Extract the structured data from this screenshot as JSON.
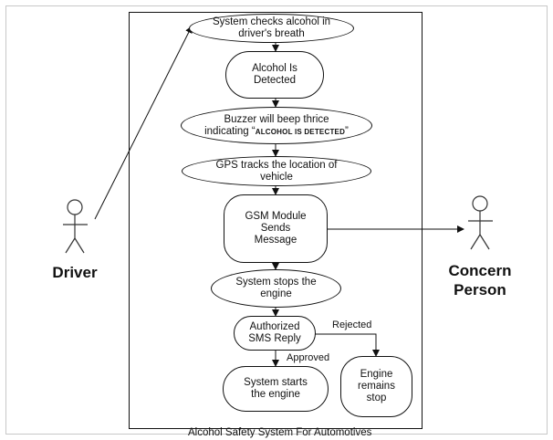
{
  "actors": {
    "driver": "Driver",
    "concern_person": "Concern\nPerson"
  },
  "use_cases": {
    "check_alcohol": "System checks alcohol in\ndriver's breath",
    "alcohol_detected": "Alcohol Is\nDetected",
    "buzzer_line1": "Buzzer will beep thrice",
    "buzzer_prefix": "indicating “",
    "buzzer_emphasis": "ALCOHOL IS DETECTED",
    "buzzer_suffix": "”",
    "gps": "GPS tracks the location of\nvehicle",
    "gsm": "GSM Module\nSends\nMessage",
    "stop_engine": "System stops the\nengine",
    "sms_reply": "Authorized\nSMS Reply",
    "start_engine": "System starts\nthe engine",
    "engine_stop": "Engine\nremains\nstop"
  },
  "labels": {
    "rejected": "Rejected",
    "approved": "Approved"
  },
  "caption": "Alcohol Safety System For Automotives"
}
